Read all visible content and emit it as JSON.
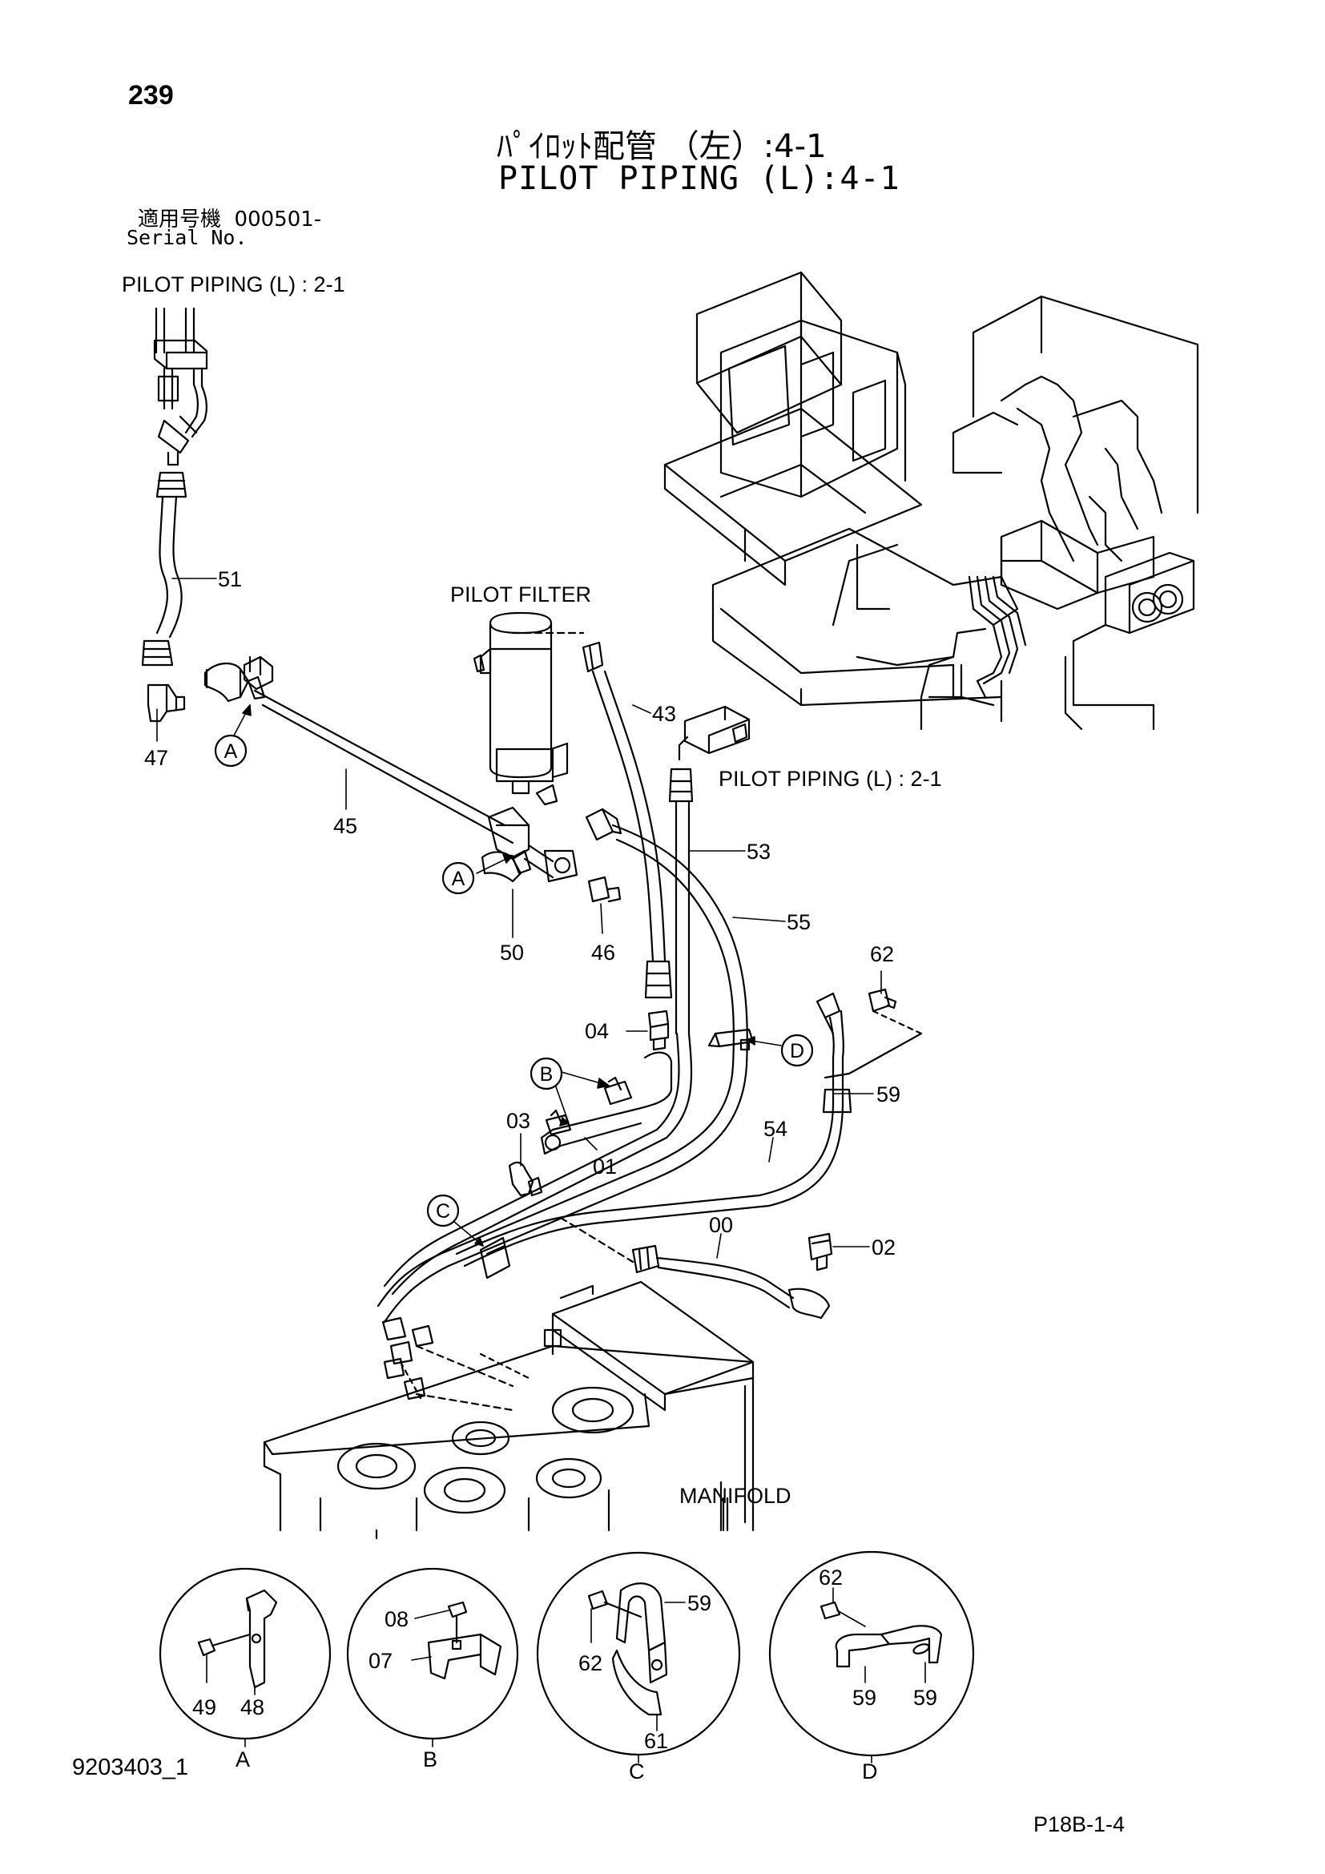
{
  "page_number": "239",
  "title_jp": "ﾊﾟｲﾛｯﾄ配管 （左）:4-1",
  "title_en": "PILOT PIPING (L):4-1",
  "serial_label_jp": "適用号機",
  "serial_value": "000501-",
  "serial_label_en": "Serial No.",
  "refs": {
    "pilot_piping_top": "PILOT PIPING (L) : 2-1",
    "pilot_piping_right": "PILOT PIPING (L) : 2-1",
    "pilot_filter": "PILOT FILTER",
    "manifold": "MANIFOLD"
  },
  "part_labels": {
    "p51": "51",
    "p47": "47",
    "p45": "45",
    "p43": "43",
    "p53": "53",
    "p55": "55",
    "p50": "50",
    "p46": "46",
    "p62": "62",
    "p04": "04",
    "p59": "59",
    "p03": "03",
    "p01": "01",
    "p54": "54",
    "p00": "00",
    "p02": "02"
  },
  "callouts": {
    "A": "A",
    "B": "B",
    "C": "C",
    "D": "D"
  },
  "detail_views": {
    "A": {
      "caption": "A",
      "parts": [
        "49",
        "48"
      ]
    },
    "B": {
      "caption": "B",
      "parts": [
        "08",
        "07"
      ]
    },
    "C": {
      "caption": "C",
      "parts": [
        "59",
        "62",
        "61"
      ]
    },
    "D": {
      "caption": "D",
      "parts": [
        "62",
        "59",
        "59"
      ]
    }
  },
  "drawing_number": "9203403_1",
  "page_code": "P18B-1-4"
}
